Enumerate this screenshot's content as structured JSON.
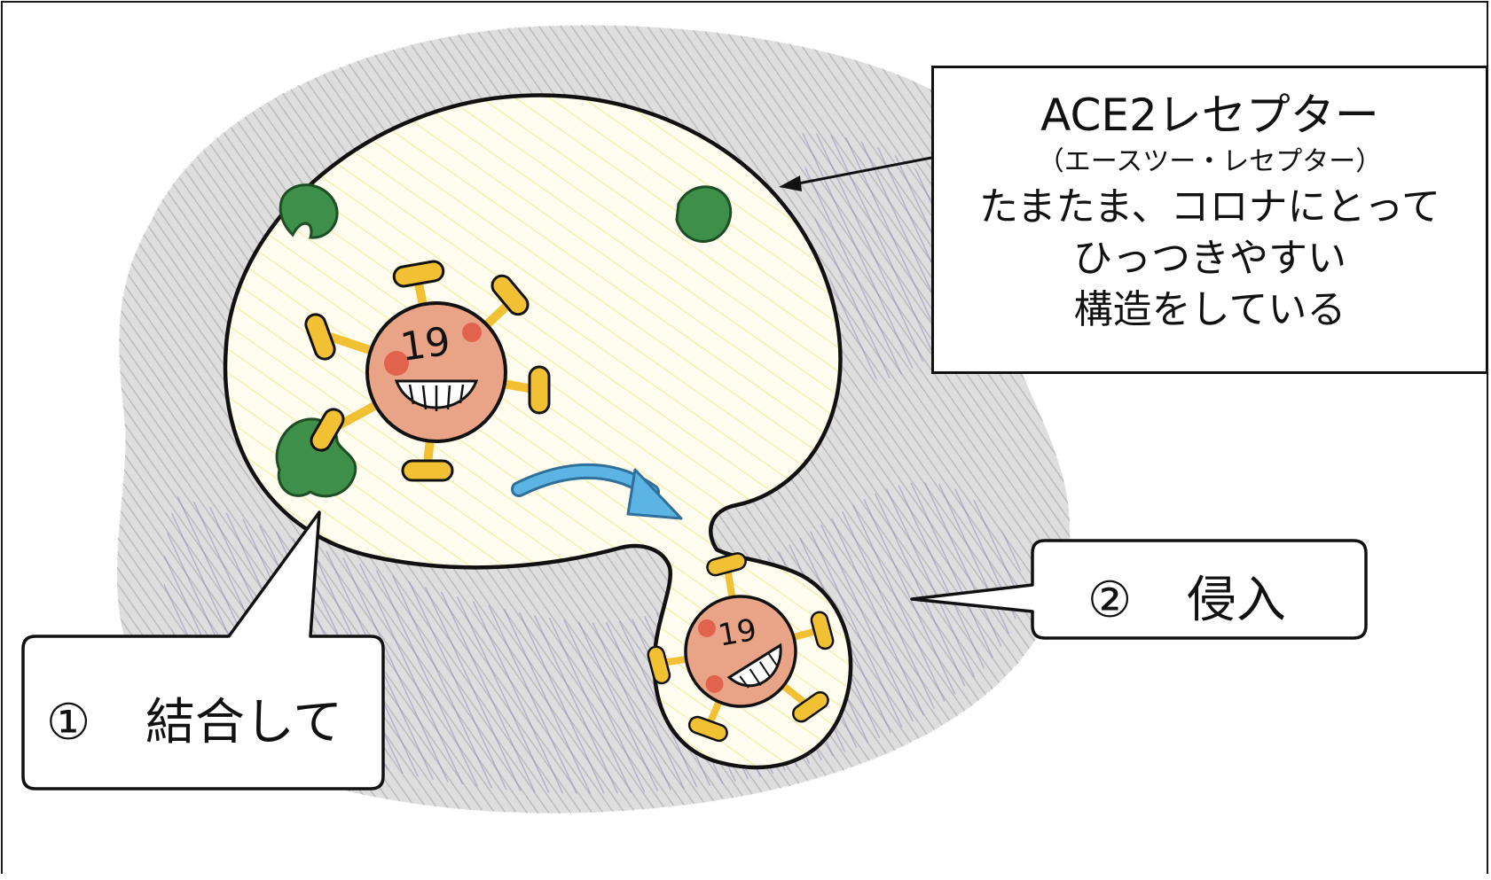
{
  "receptor_label": {
    "title": "ACE2レセプター",
    "reading": "（エースツー・レセプター）",
    "line1": "たまたま、コロナにとって",
    "line2": "ひっつきやすい",
    "line3": "構造をしている"
  },
  "virus_badge": "19",
  "step1": {
    "number": "①",
    "text": "結合して"
  },
  "step2": {
    "number": "②",
    "text": "侵入"
  },
  "colors": {
    "cell_fill": "#fffbe6",
    "virus_body": "#e9a487",
    "spike": "#f2c033",
    "receptor": "#3e8f4a",
    "arrow": "#5bb4e3",
    "background_gray": "#9c9c9c",
    "background_purple": "#8a72b8"
  }
}
